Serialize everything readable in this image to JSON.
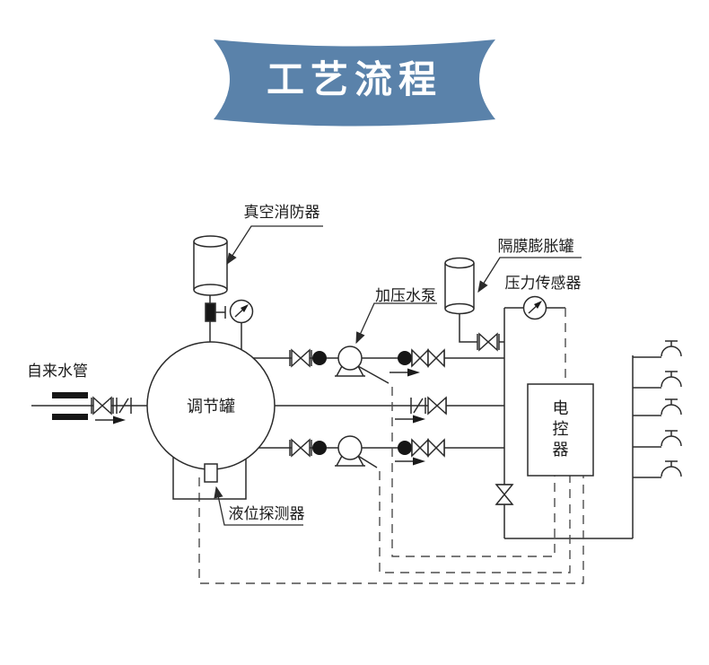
{
  "banner": {
    "title": "工艺流程",
    "bg_color": "#5a82aa",
    "text_color": "#ffffff"
  },
  "diagram": {
    "labels": {
      "vacuum_suppressor": "真空消防器",
      "tap_water_pipe": "自来水管",
      "regulating_tank": "调节罐",
      "pressure_pump": "加压水泵",
      "diaphragm_expansion_tank": "隔膜膨胀罐",
      "pressure_sensor": "压力传感器",
      "level_detector": "液位探测器",
      "electric_controller": "电控器"
    },
    "line_color": "#2b2b2b",
    "dashed_line_color": "#4d4d4d",
    "pump_count": 2,
    "faucet_count": 5,
    "gauge_count": 2
  }
}
